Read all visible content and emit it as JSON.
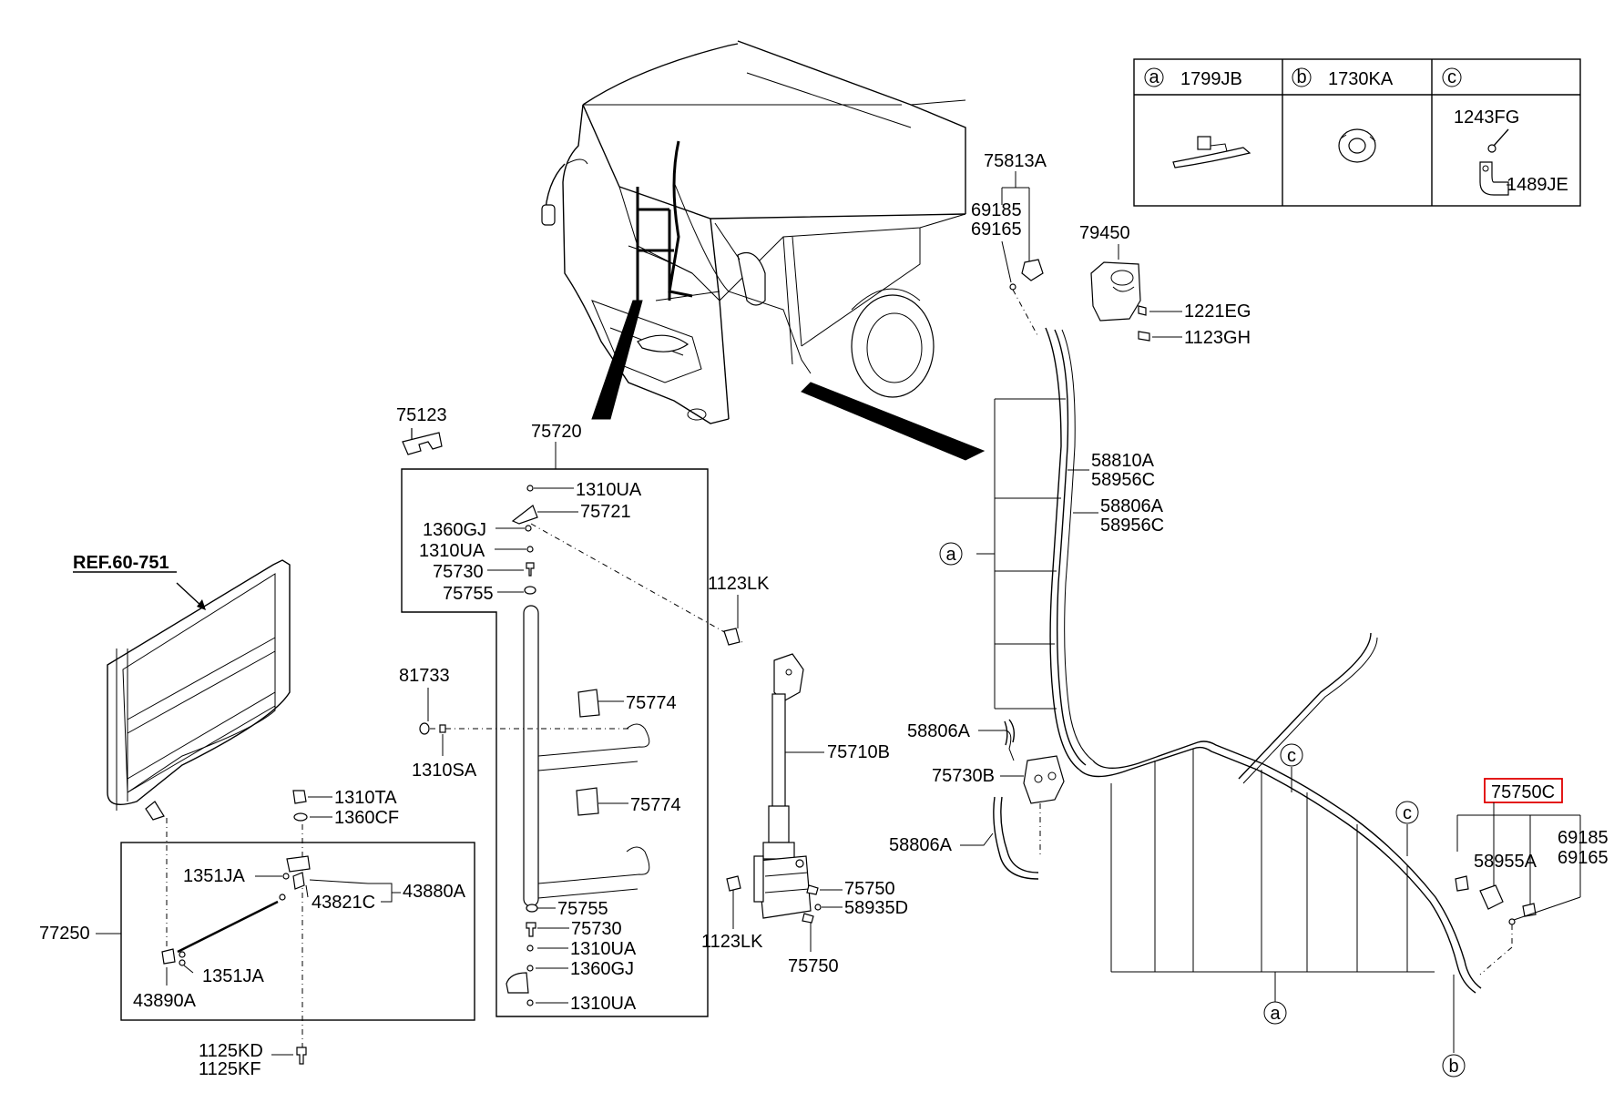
{
  "legend": {
    "a": {
      "letter": "a",
      "code": "1799JB"
    },
    "b": {
      "letter": "b",
      "code": "1730KA"
    },
    "c": {
      "letter": "c",
      "code": "",
      "parts": [
        "1243FG",
        "1489JE"
      ]
    }
  },
  "ref_label": "REF.60-751",
  "highlighted_part": "75750C",
  "callouts": {
    "a": "a",
    "b": "b",
    "c": "c"
  },
  "labels": {
    "p75813A": "75813A",
    "p69185_top": "69185",
    "p69165_top": "69165",
    "p79450": "79450",
    "p1221EG": "1221EG",
    "p1123GH": "1123GH",
    "p58810A": "58810A",
    "p58956C_1": "58956C",
    "p58806A_1": "58806A",
    "p58956C_2": "58956C",
    "p75123": "75123",
    "p75720": "75720",
    "p1310UA_1": "1310UA",
    "p75721": "75721",
    "p1360GJ_1": "1360GJ",
    "p1310UA_2": "1310UA",
    "p75730_1": "75730",
    "p75755_1": "75755",
    "p1123LK_1": "1123LK",
    "p81733": "81733",
    "p1310SA": "1310SA",
    "p75774_1": "75774",
    "p75774_2": "75774",
    "p75755_2": "75755",
    "p75730_2": "75730",
    "p1310UA_3": "1310UA",
    "p1360GJ_2": "1360GJ",
    "p1310UA_4": "1310UA",
    "p75710B": "75710B",
    "p58806A_2": "58806A",
    "p75730B": "75730B",
    "p58806A_3": "58806A",
    "p75750_1": "75750",
    "p58935D": "58935D",
    "p1123LK_2": "1123LK",
    "p75750_2": "75750",
    "p1310TA": "1310TA",
    "p1360CF": "1360CF",
    "p1351JA_1": "1351JA",
    "p43880A": "43880A",
    "p43821C": "43821C",
    "p77250": "77250",
    "p1351JA_2": "1351JA",
    "p43890A": "43890A",
    "p1125KD": "1125KD",
    "p1125KF": "1125KF",
    "p58955A": "58955A",
    "p69185_bot": "69185",
    "p69165_bot": "69165"
  },
  "colors": {
    "line": "#000000",
    "highlight": "#e00000",
    "background": "#ffffff"
  }
}
